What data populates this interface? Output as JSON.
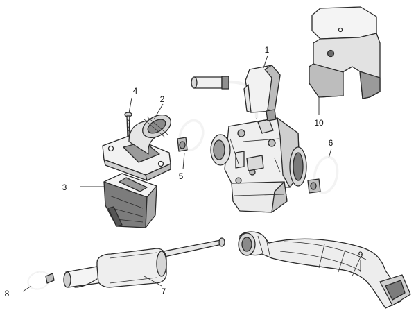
{
  "diagram": {
    "type": "exploded-parts-diagram",
    "part_numbers": [
      "1",
      "2",
      "3",
      "4",
      "5",
      "6",
      "7",
      "8",
      "9",
      "10"
    ],
    "colors": {
      "outline": "#2a2a2a",
      "light_fill": "#f4f4f4",
      "mid_fill": "#cfcfcf",
      "dark_fill": "#8a8a8a",
      "leader": "#3a3a3a",
      "text": "#111111",
      "background": "#ffffff"
    }
  }
}
